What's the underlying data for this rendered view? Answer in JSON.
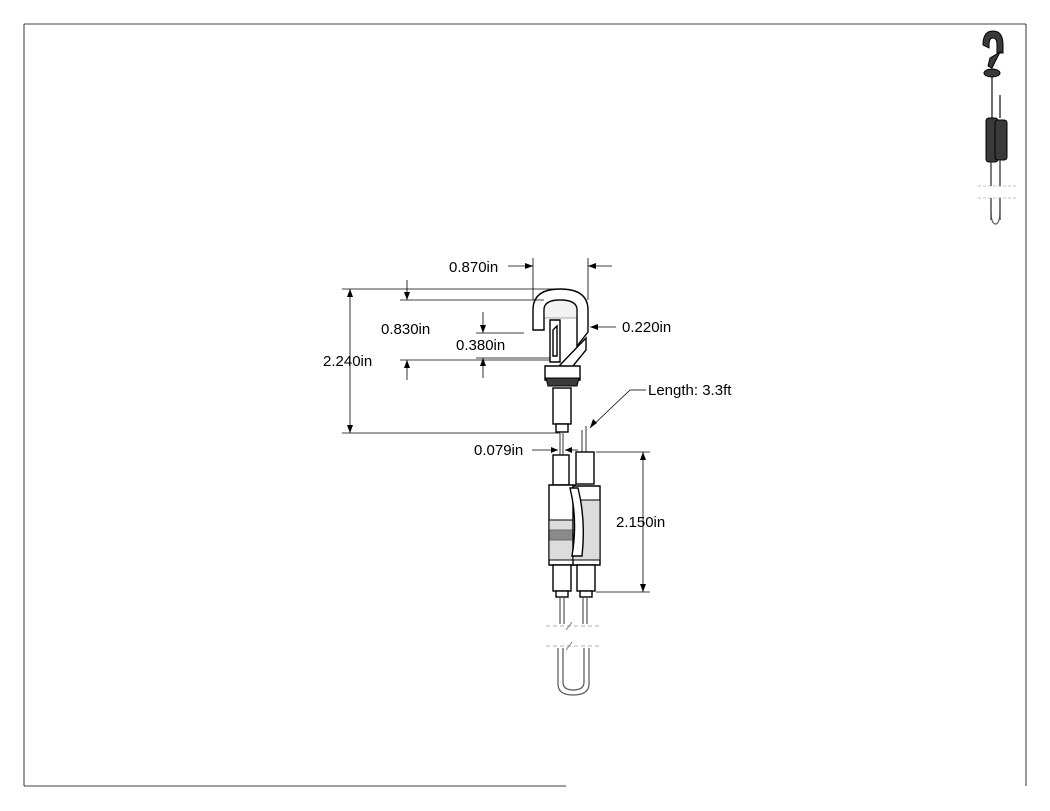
{
  "drawing": {
    "dimensions": {
      "hook_width": "0.870in",
      "hook_throat": "0.830in",
      "gate_opening": "0.380in",
      "hook_thickness": "0.220in",
      "overall_hook_height": "2.240in",
      "cable_diameter": "0.079in",
      "gripper_length": "2.150in"
    },
    "cable_length_note": "Length: 3.3ft"
  }
}
